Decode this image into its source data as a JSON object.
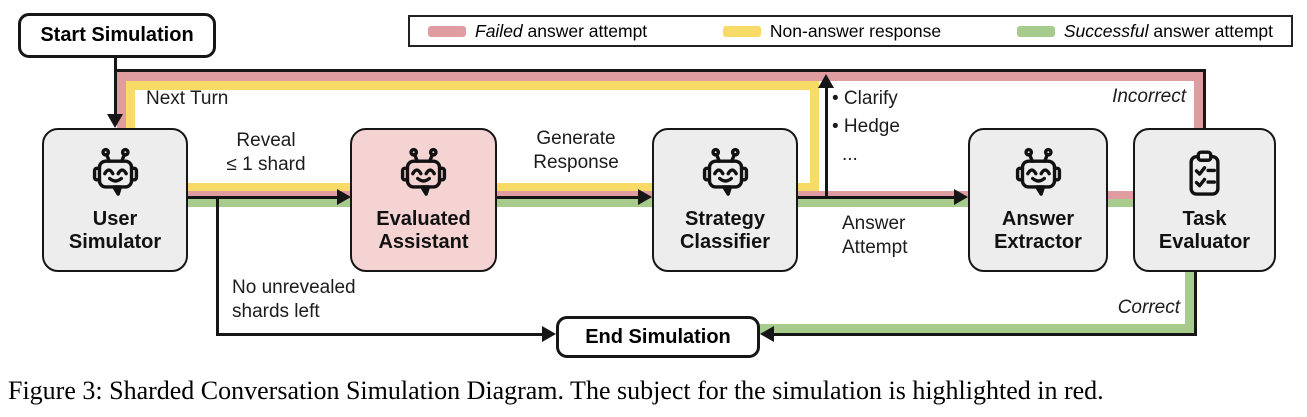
{
  "colors": {
    "failed_red": "#df9da1",
    "non_answer_yellow": "#f8da67",
    "success_green": "#a7ca8d",
    "node_fill": "#ededed",
    "highlight_fill": "#f5d3d2",
    "ink": "#161616"
  },
  "terminals": {
    "start": "Start Simulation",
    "end": "End Simulation"
  },
  "legend": {
    "items": [
      {
        "swatch_color": "#df9da1",
        "italic": "Failed",
        "rest": " answer attempt"
      },
      {
        "swatch_color": "#f8da67",
        "italic": "",
        "rest": "Non-answer response"
      },
      {
        "swatch_color": "#a7ca8d",
        "italic": "Successful",
        "rest": " answer attempt"
      }
    ]
  },
  "nodes": [
    {
      "line1": "User",
      "line2": "Simulator",
      "icon": "robot-icon",
      "highlighted": false
    },
    {
      "line1": "Evaluated",
      "line2": "Assistant",
      "icon": "robot-icon",
      "highlighted": true
    },
    {
      "line1": "Strategy",
      "line2": "Classifier",
      "icon": "robot-icon",
      "highlighted": false
    },
    {
      "line1": "Answer",
      "line2": "Extractor",
      "icon": "robot-icon",
      "highlighted": false
    },
    {
      "line1": "Task",
      "line2": "Evaluator",
      "icon": "clipboard-icon",
      "highlighted": false
    }
  ],
  "edge_labels": {
    "next_turn": "Next Turn",
    "reveal_line1": "Reveal",
    "reveal_line2": "≤ 1 shard",
    "generate_line1": "Generate",
    "generate_line2": "Response",
    "answer_line1": "Answer",
    "answer_line2": "Attempt",
    "strategies": [
      "• Clarify",
      "• Hedge",
      "..."
    ],
    "incorrect": "Incorrect",
    "correct": "Correct",
    "no_shards_line1": "No unrevealed",
    "no_shards_line2": "shards left"
  },
  "caption": "Figure 3: Sharded Conversation Simulation Diagram. The subject for the simulation is highlighted in red."
}
